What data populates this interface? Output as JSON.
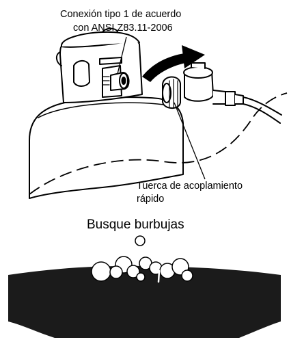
{
  "labels": {
    "connection_line1": "Conexión tipo 1 de acuerdo",
    "connection_line2": "con ANSI Z83.11-2006",
    "coupling_line1": "Tuerca de acoplamiento",
    "coupling_line2": "rápido",
    "bubbles_heading": "Busque burbujas"
  },
  "colors": {
    "ink": "#000000",
    "paper": "#ffffff",
    "soap_band": "#1b1b1b"
  },
  "icons": {
    "rotation_arrow": "curved-arrow-right",
    "bubble": "circle-outline"
  }
}
